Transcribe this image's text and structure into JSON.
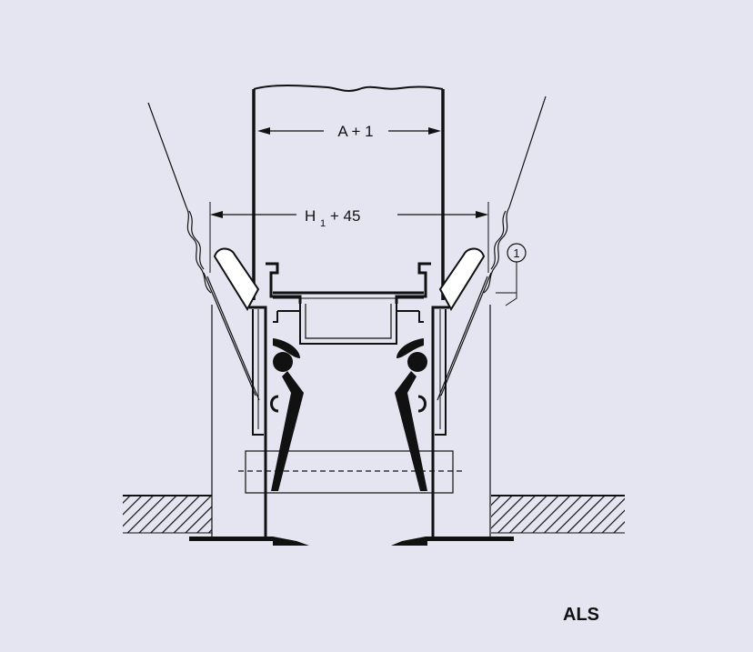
{
  "diagram": {
    "dimension_top": "A + 1",
    "dimension_middle": {
      "symbol": "H",
      "subscript": "1",
      "suffix": " + 45"
    },
    "callout": "1",
    "product_code": "ALS"
  },
  "colors": {
    "background": "#e4e5f1",
    "ink": "#111111"
  }
}
